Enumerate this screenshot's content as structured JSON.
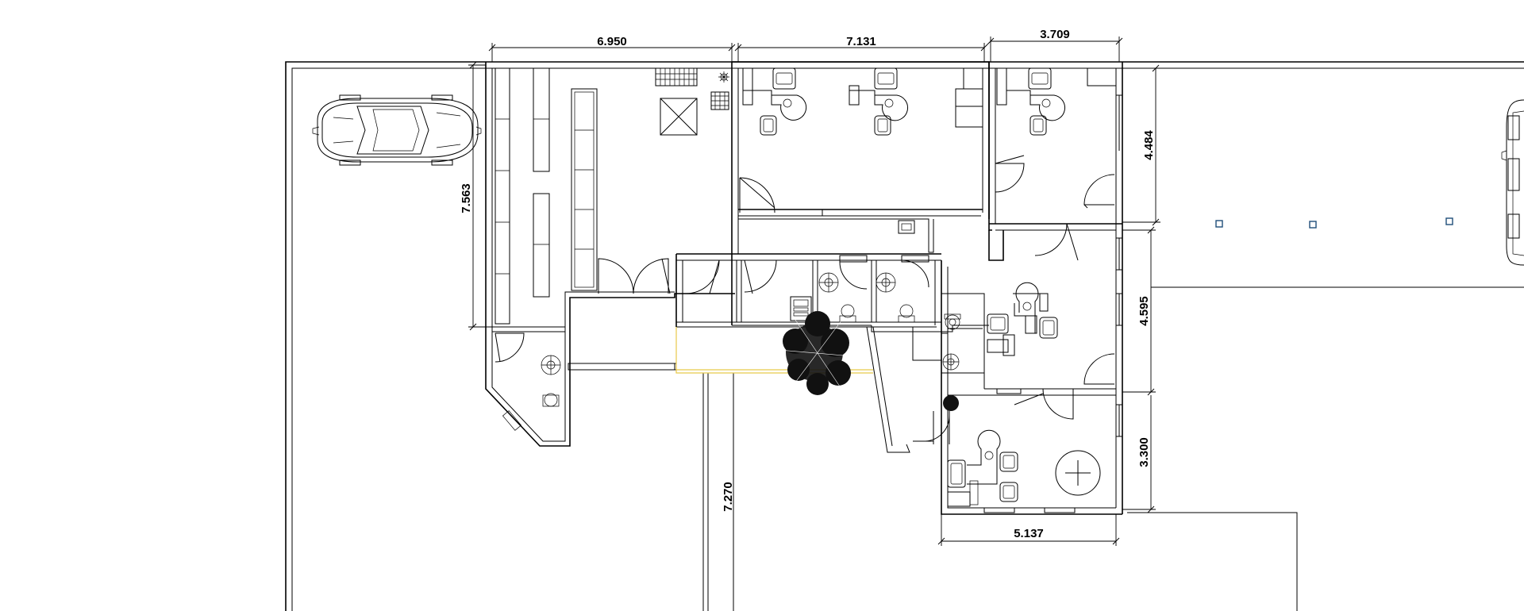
{
  "dimensions": {
    "top_left": "6.950",
    "top_mid": "7.131",
    "top_right": "3.709",
    "right_top": "4.484",
    "right_mid": "4.595",
    "right_bottom": "3.300",
    "left_vertical": "7.563",
    "corridor_vertical": "7.270",
    "bottom": "5.137"
  },
  "colors": {
    "line": "#000000",
    "highlight": "#e8c94a",
    "marker": "#1f4e79",
    "background": "#ffffff"
  }
}
